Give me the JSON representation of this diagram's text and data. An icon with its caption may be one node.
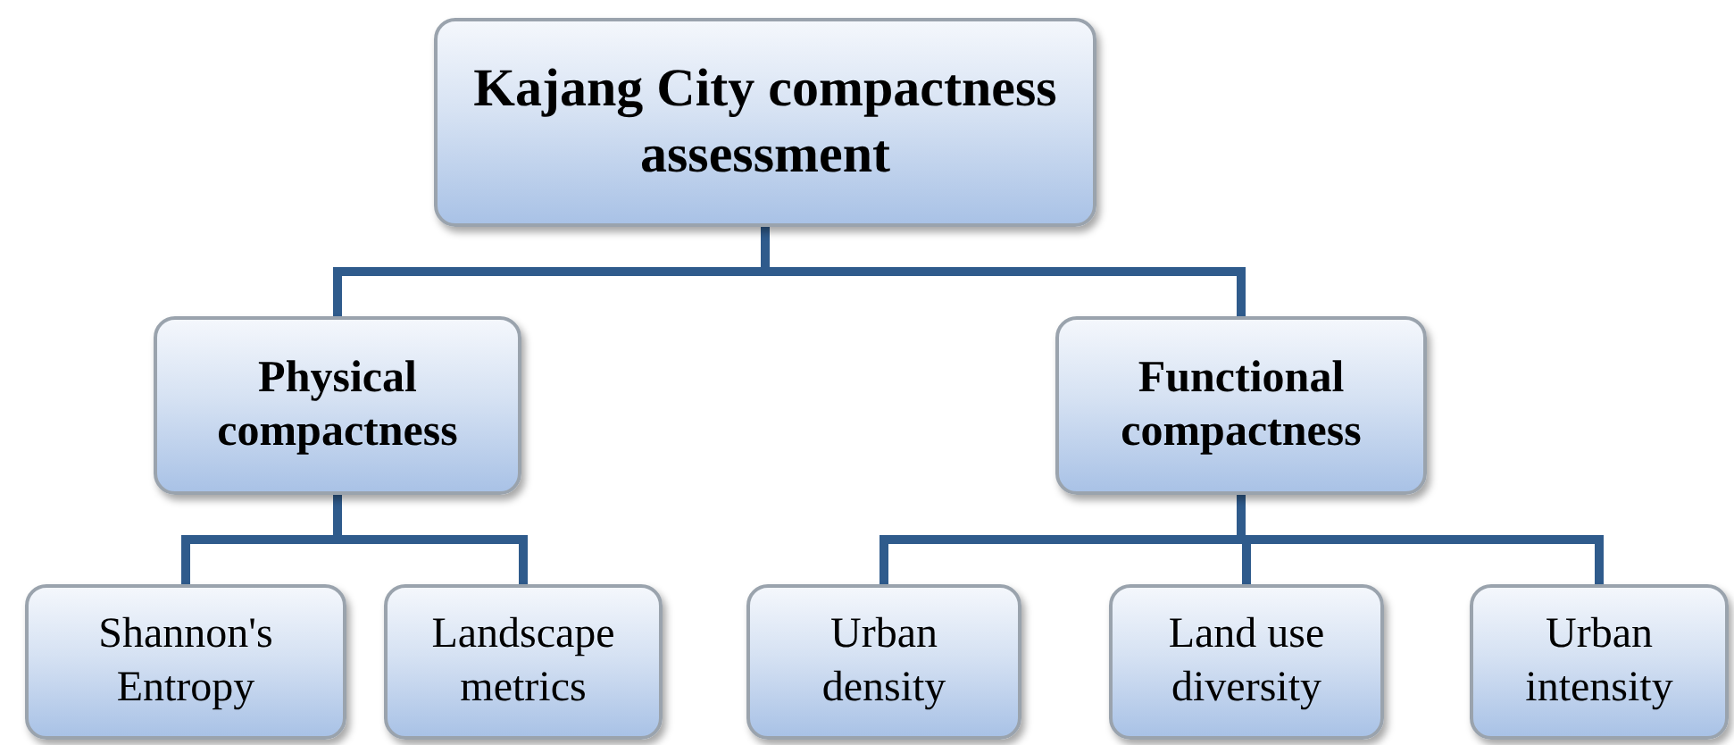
{
  "diagram": {
    "nodes": [
      {
        "text": [
          "Kajang City compactness assessment"
        ]
      },
      {
        "text": [
          "Physical compactness"
        ]
      },
      {
        "text": [
          "Functional compactness"
        ]
      },
      {
        "text": [
          "Shannon's Entropy"
        ]
      },
      {
        "text": [
          "Landscape metrics"
        ]
      },
      {
        "text": [
          "Urban density"
        ]
      },
      {
        "text": [
          "Land use diversity"
        ]
      },
      {
        "text": [
          "Urban intensity"
        ]
      }
    ],
    "edges": [
      {
        "from": 0,
        "to": 1,
        "arrow": "none"
      },
      {
        "from": 0,
        "to": 2,
        "arrow": "none"
      },
      {
        "from": 1,
        "to": 3,
        "arrow": "none"
      },
      {
        "from": 1,
        "to": 4,
        "arrow": "none"
      },
      {
        "from": 2,
        "to": 5,
        "arrow": "none"
      },
      {
        "from": 2,
        "to": 6,
        "arrow": "none"
      },
      {
        "from": 2,
        "to": 7,
        "arrow": "none"
      }
    ]
  }
}
